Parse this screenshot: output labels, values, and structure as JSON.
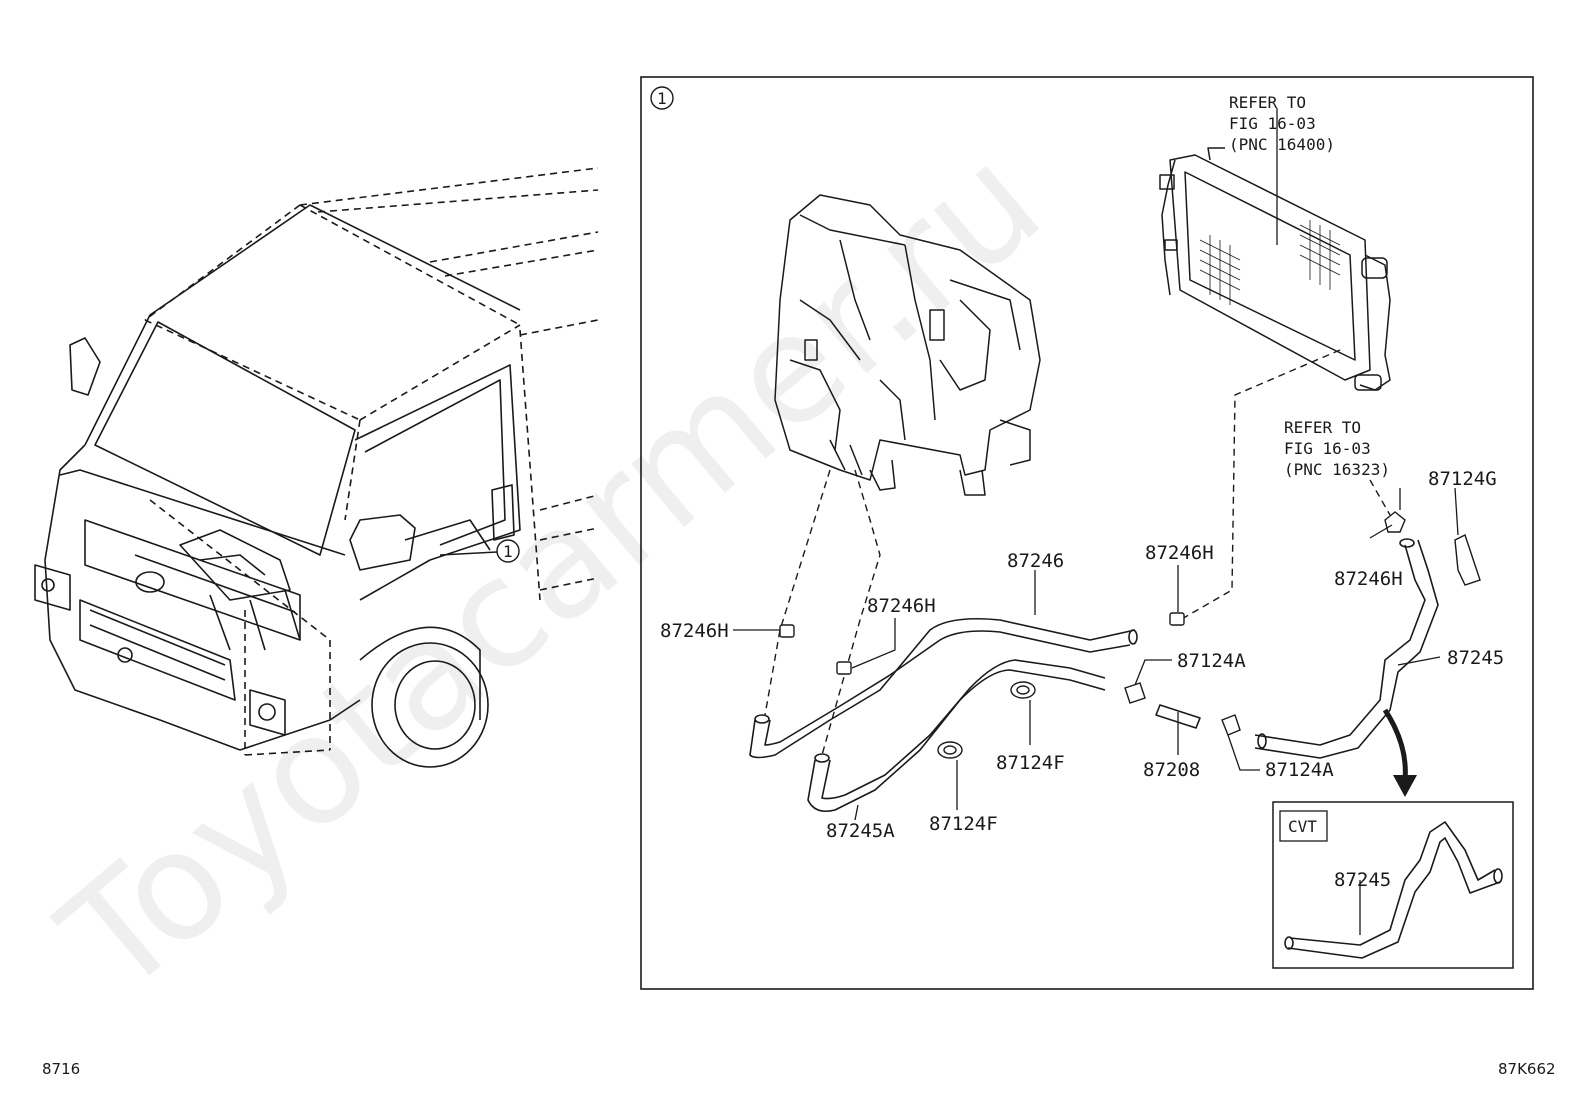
{
  "watermark": "Toyotacarmer.ru",
  "figure_code_left": "8716",
  "figure_code_right": "87K662",
  "callout_marker": "1",
  "refer_radiator": [
    "REFER TO",
    "FIG 16-03",
    "(PNC 16400)"
  ],
  "refer_valve": [
    "REFER TO",
    "FIG 16-03",
    "(PNC 16323)"
  ],
  "inset_label": "CVT",
  "parts": {
    "p87246H_left": "87246H",
    "p87246H_mid": "87246H",
    "p87246": "87246",
    "p87246H_top": "87246H",
    "p87246H_right": "87246H",
    "p87124G": "87124G",
    "p87245_main": "87245",
    "p87124A_top": "87124A",
    "p87124A_bottom": "87124A",
    "p87208": "87208",
    "p87124F_right": "87124F",
    "p87124F_left": "87124F",
    "p87245A": "87245A",
    "p87245_inset": "87245"
  }
}
